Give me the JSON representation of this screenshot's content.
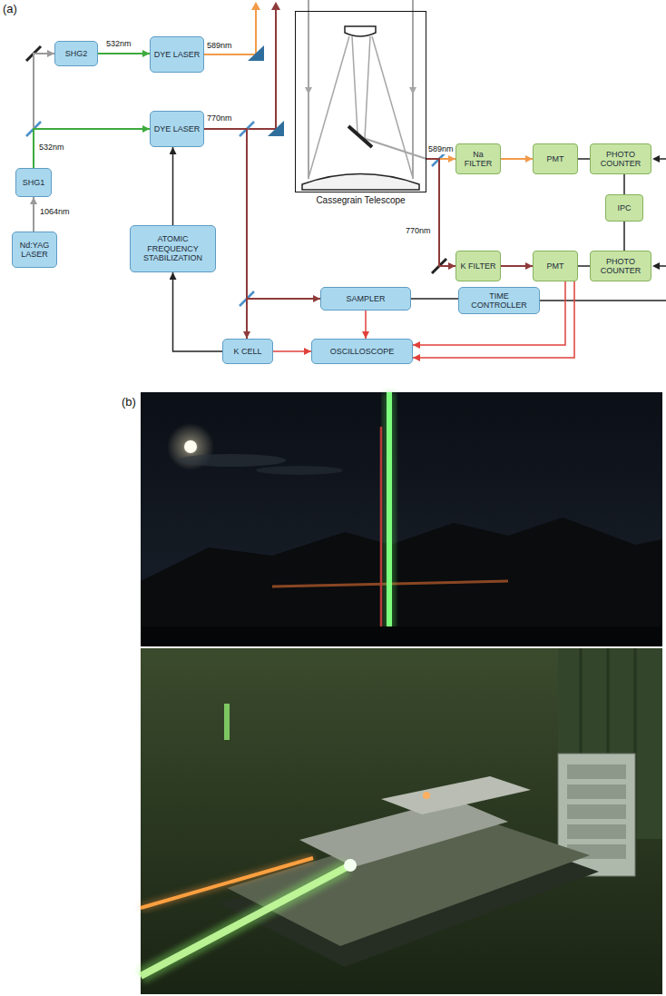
{
  "diagram": {
    "nodes": [
      {
        "text": [
          "SHG2"
        ]
      },
      {
        "text": [
          "DYE LASER"
        ]
      },
      {
        "text": [
          "SHG1"
        ]
      },
      {
        "text": [
          "Nd:YAG LASER"
        ]
      },
      {
        "text": [
          "DYE LASER"
        ]
      },
      {
        "text": [
          "ATOMIC FREQUENCY STABILIZATION"
        ]
      },
      {
        "text": [
          "Cassegrain Telescope"
        ]
      },
      {
        "text": [
          "Na FILTER"
        ]
      },
      {
        "text": [
          "PMT"
        ]
      },
      {
        "text": [
          "PHOTO COUNTER"
        ]
      },
      {
        "text": [
          "IPC"
        ]
      },
      {
        "text": [
          "K FILTER"
        ]
      },
      {
        "text": [
          "PMT"
        ]
      },
      {
        "text": [
          "PHOTO COUNTER"
        ]
      },
      {
        "text": [
          "SAMPLER"
        ]
      },
      {
        "text": [
          "TIME CONTROLLER"
        ]
      },
      {
        "text": [
          "K CELL"
        ]
      },
      {
        "text": [
          "OSCILLOSCOPE"
        ]
      }
    ],
    "edges": [
      {
        "from": 3,
        "to": 2,
        "arrow": "to",
        "label": "1064nm"
      },
      {
        "from": 2,
        "to": 0,
        "arrow": "to"
      },
      {
        "from": 2,
        "to": 4,
        "arrow": "to",
        "label": "532nm"
      },
      {
        "from": 0,
        "to": 1,
        "arrow": "to",
        "label": "532nm"
      },
      {
        "from": 5,
        "to": 4,
        "arrow": "to"
      },
      {
        "from": 16,
        "to": 5,
        "arrow": "to"
      },
      {
        "from": 4,
        "to": 16,
        "arrow": "to"
      },
      {
        "from": 4,
        "to": 14,
        "arrow": "to"
      },
      {
        "from": 6,
        "to": 7,
        "arrow": "to",
        "label": "589nm"
      },
      {
        "from": 6,
        "to": 11,
        "arrow": "to",
        "label": "770nm"
      },
      {
        "from": 7,
        "to": 8,
        "arrow": "to"
      },
      {
        "from": 8,
        "to": 9,
        "arrow": "none"
      },
      {
        "from": 9,
        "to": 10,
        "arrow": "none"
      },
      {
        "from": 10,
        "to": 13,
        "arrow": "none"
      },
      {
        "from": 11,
        "to": 12,
        "arrow": "to"
      },
      {
        "from": 12,
        "to": 13,
        "arrow": "none"
      },
      {
        "from": 12,
        "to": 17,
        "arrow": "to"
      },
      {
        "from": 12,
        "to": 17,
        "arrow": "to"
      },
      {
        "from": 14,
        "to": 17,
        "arrow": "to"
      },
      {
        "from": 16,
        "to": 17,
        "arrow": "to"
      },
      {
        "from": 14,
        "to": 15,
        "arrow": "none"
      }
    ],
    "labels": [
      "(a)",
      "589nm",
      "770nm",
      "(b)"
    ]
  }
}
